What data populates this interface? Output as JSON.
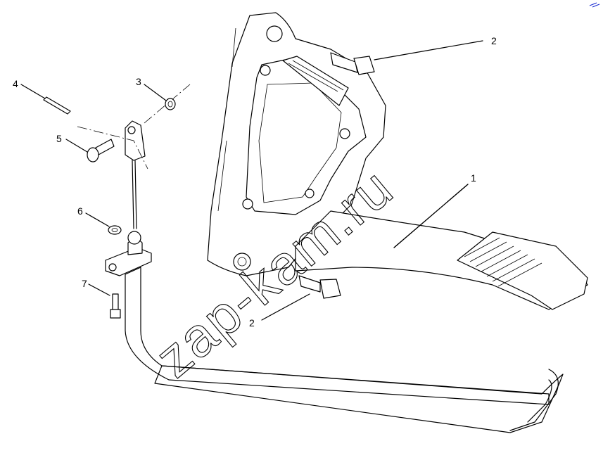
{
  "callouts": {
    "c1": "1",
    "c2a": "2",
    "c2b": "2",
    "c3": "3",
    "c4": "4",
    "c5": "5",
    "c6": "6",
    "c7": "7"
  },
  "watermark": "zap-kam.ru"
}
